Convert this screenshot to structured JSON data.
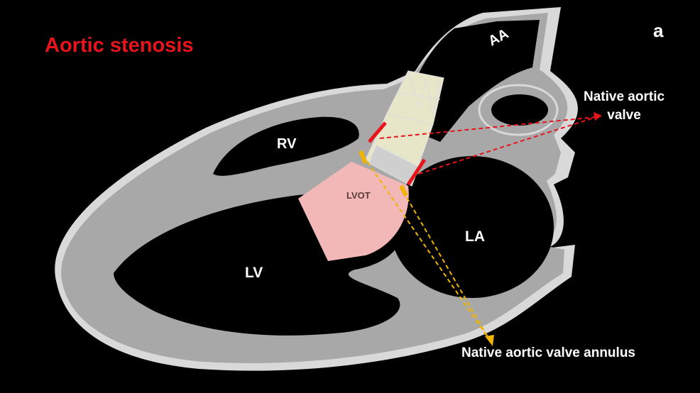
{
  "title": "Aortic stenosis",
  "panel_label": "a",
  "labels": {
    "aa": "AA",
    "rv": "RV",
    "lvot": "LVOT",
    "la": "LA",
    "lv": "LV",
    "native_aortic_valve_line1": "Native aortic",
    "native_aortic_valve_line2": "valve",
    "native_aortic_valve_annulus": "Native aortic valve annulus"
  },
  "colors": {
    "title": "#e8141b",
    "wall": "#a9a9a9",
    "lvot": "#f2b8b8",
    "annulus_arrow": "#f0b400",
    "valve_arrow": "#e8141b"
  }
}
